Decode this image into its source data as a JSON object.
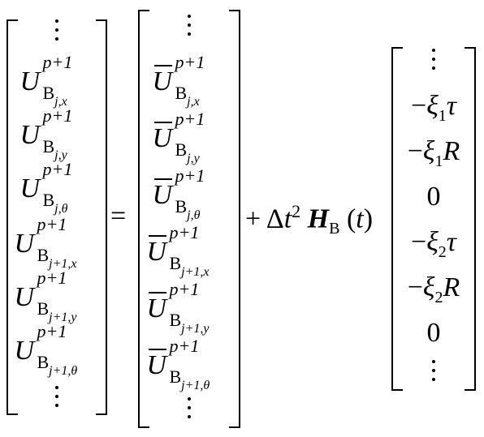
{
  "equation": {
    "lhs": {
      "symbol": "U",
      "entries": [
        {
          "sup": "p+1",
          "sub_letter": "B",
          "sub_index": "j,x"
        },
        {
          "sup": "p+1",
          "sub_letter": "B",
          "sub_index": "j,y"
        },
        {
          "sup": "p+1",
          "sub_letter": "B",
          "sub_index": "j,θ"
        },
        {
          "sup": "p+1",
          "sub_letter": "B",
          "sub_index": "j+1,x"
        },
        {
          "sup": "p+1",
          "sub_letter": "B",
          "sub_index": "j+1,y"
        },
        {
          "sup": "p+1",
          "sub_letter": "B",
          "sub_index": "j+1,θ"
        }
      ]
    },
    "equals": "=",
    "mid": {
      "symbol": "U",
      "entries": [
        {
          "sup": "p+1",
          "sub_letter": "B",
          "sub_index": "j,x"
        },
        {
          "sup": "p+1",
          "sub_letter": "B",
          "sub_index": "j,y"
        },
        {
          "sup": "p+1",
          "sub_letter": "B",
          "sub_index": "j,θ"
        },
        {
          "sup": "p+1",
          "sub_letter": "B",
          "sub_index": "j+1,x"
        },
        {
          "sup": "p+1",
          "sub_letter": "B",
          "sub_index": "j+1,y"
        },
        {
          "sup": "p+1",
          "sub_letter": "B",
          "sub_index": "j+1,θ"
        }
      ]
    },
    "plus_term": {
      "plus": "+",
      "delta": "Δ",
      "t": "t",
      "power": "2",
      "H": "H",
      "H_sub": "B",
      "open_paren": "(",
      "arg": "t",
      "close_paren": ")"
    },
    "rhs": {
      "entries": [
        {
          "minus": "−",
          "xi": "ξ",
          "idx": "1",
          "var": "τ"
        },
        {
          "minus": "−",
          "xi": "ξ",
          "idx": "1",
          "var": "R"
        },
        {
          "zero": "0"
        },
        {
          "minus": "−",
          "xi": "ξ",
          "idx": "2",
          "var": "τ"
        },
        {
          "minus": "−",
          "xi": "ξ",
          "idx": "2",
          "var": "R"
        },
        {
          "zero": "0"
        }
      ]
    }
  }
}
